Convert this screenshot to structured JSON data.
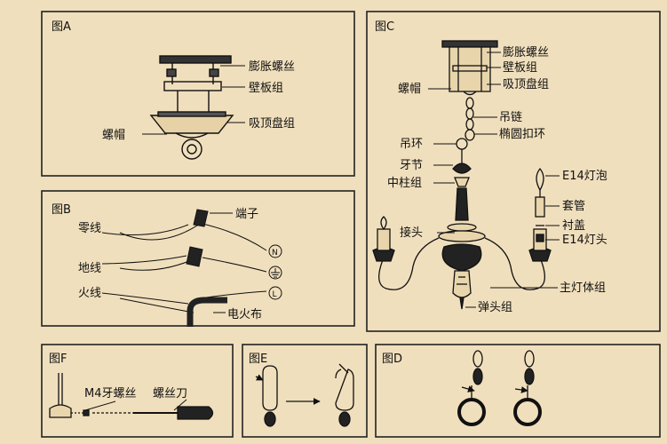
{
  "panel_a": {
    "title": "图A",
    "labels": {
      "expansion_screw": "膨胀螺丝",
      "wall_plate": "壁板组",
      "ceiling_cup": "吸顶盘组",
      "nut_cap": "螺帽"
    }
  },
  "panel_b": {
    "title": "图B",
    "labels": {
      "neutral": "零线",
      "ground": "地线",
      "live": "火线",
      "terminal": "端子",
      "tape": "电火布"
    },
    "symbols": {
      "n": "N",
      "l": "L"
    }
  },
  "panel_c": {
    "title": "图C",
    "labels": {
      "expansion_screw": "膨胀螺丝",
      "wall_plate": "壁板组",
      "ceiling_cup": "吸顶盘组",
      "nut_cap": "螺帽",
      "chain": "吊链",
      "oval_ring": "椭圆扣环",
      "hang_ring": "吊环",
      "tooth_joint": "牙节",
      "center_column": "中柱组",
      "connector": "接头",
      "bulb": "E14灯泡",
      "sleeve": "套管",
      "cover": "衬盖",
      "lamp_holder": "E14灯头",
      "main_body": "主灯体组",
      "spring_head": "弹头组"
    }
  },
  "panel_f": {
    "title": "图F",
    "labels": {
      "m4_screw": "M4牙螺丝",
      "screwdriver": "螺丝刀"
    }
  },
  "panel_e": {
    "title": "图E"
  },
  "panel_d": {
    "title": "图D"
  }
}
